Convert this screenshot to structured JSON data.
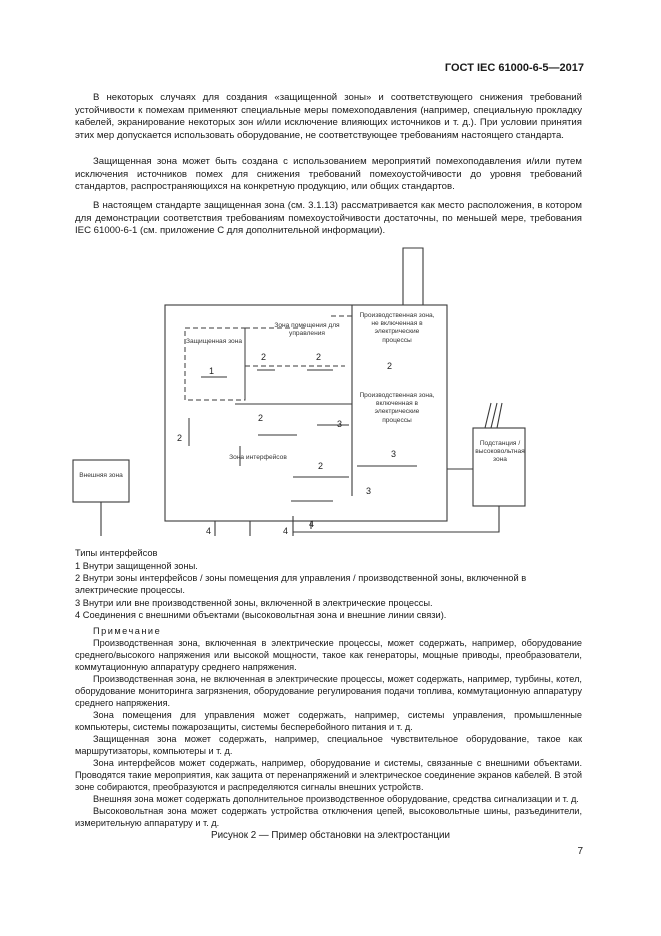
{
  "header": {
    "standard": "ГОСТ IEC 61000-6-5—2017"
  },
  "paragraphs": [
    "В некоторых случаях для создания «защищенной зоны» и соответствующего снижения требований устойчивости к помехам применяют специальные меры помехоподавления (например, специальную прокладку кабелей, экранирование некоторых зон и/или исключение влияющих источников и т. д.). При условии принятия этих мер допускается использовать оборудование, не соответствующее требованиям настоящего стандарта.",
    "Защищенная зона может быть создана с использованием мероприятий помехоподавления и/или путем исключения источников помех для снижения требований помехоустойчивости до уровня требований стандартов, распространяющихся на конкретную продукцию, или общих стандартов.",
    "В настоящем стандарте защищенная зона (см. 3.1.13) рассматривается как место расположения, в котором для демонстрации соответствия требованиям помехоустойчивости достаточны, по меньшей мере, требования IEC 61000-6-1 (см. приложение С для дополнительной информации)."
  ],
  "figure": {
    "labels": {
      "protected_zone": "Защищенная зона",
      "control_room_zone": "Зона помещения для управления",
      "production_not_involved": "Производственная зона, не включенная в электрические процессы",
      "production_involved": "Производственная зона, включенная в электрические процессы",
      "interface_zone": "Зона интерфейсов",
      "external_zone": "Внешняя зона",
      "hv_substation": "Подстанция / высоковольтная зона"
    },
    "numbers": {
      "n1": "1",
      "n2a": "2",
      "n2b": "2",
      "n2c": "2",
      "n2d": "2",
      "n2e": "2",
      "n2f": "2",
      "n3a": "3",
      "n3b": "3",
      "n3c": "3",
      "n4a": "4",
      "n4b": "4",
      "n4c": "4"
    }
  },
  "legend": {
    "title": "Типы интерфейсов",
    "items": [
      "1 Внутри защищенной зоны.",
      "2 Внутри зоны интерфейсов / зоны помещения для управления / производственной зоны, включенной в электрические процессы.",
      "3 Внутри или вне производственной зоны, включенной в электрические процессы.",
      "4 Соединения с внешними объектами (высоковольтная зона и внешние линии связи)."
    ]
  },
  "notes": {
    "head": "Примечание",
    "items": [
      "Производственная зона, включенная в электрические процессы, может содержать, например, оборудование среднего/высокого напряжения или высокой мощности, такое как генераторы, мощные приводы, преобразователи, коммутационную аппаратуру среднего напряжения.",
      "Производственная зона, не включенная в электрические процессы, может содержать, например, турбины, котел, оборудование мониторинга загрязнения, оборудование регулирования подачи топлива, коммутационную аппаратуру среднего напряжения.",
      "Зона помещения для управления может содержать, например, системы управления, промышленные компьютеры, системы пожарозащиты, системы бесперебойного питания и т. д.",
      "Защищенная зона может содержать, например, специальное чувствительное оборудование, такое как маршрутизаторы, компьютеры и т. д.",
      "Зона интерфейсов может содержать, например, оборудование и системы, связанные с внешними объектами. Проводятся такие мероприятия, как защита от перенапряжений и электрическое соединение экранов кабелей. В этой зоне собираются, преобразуются и распределяются сигналы внешних устройств.",
      "Внешняя зона может содержать дополнительное производственное оборудование, средства сигнализации и т. д.",
      "Высоковольтная зона может содержать устройства отключения цепей, высоковольтные шины, разъединители, измерительную аппаратуру и т. д."
    ]
  },
  "caption": "Рисунок 2 — Пример обстановки на электростанции",
  "page_number": "7"
}
